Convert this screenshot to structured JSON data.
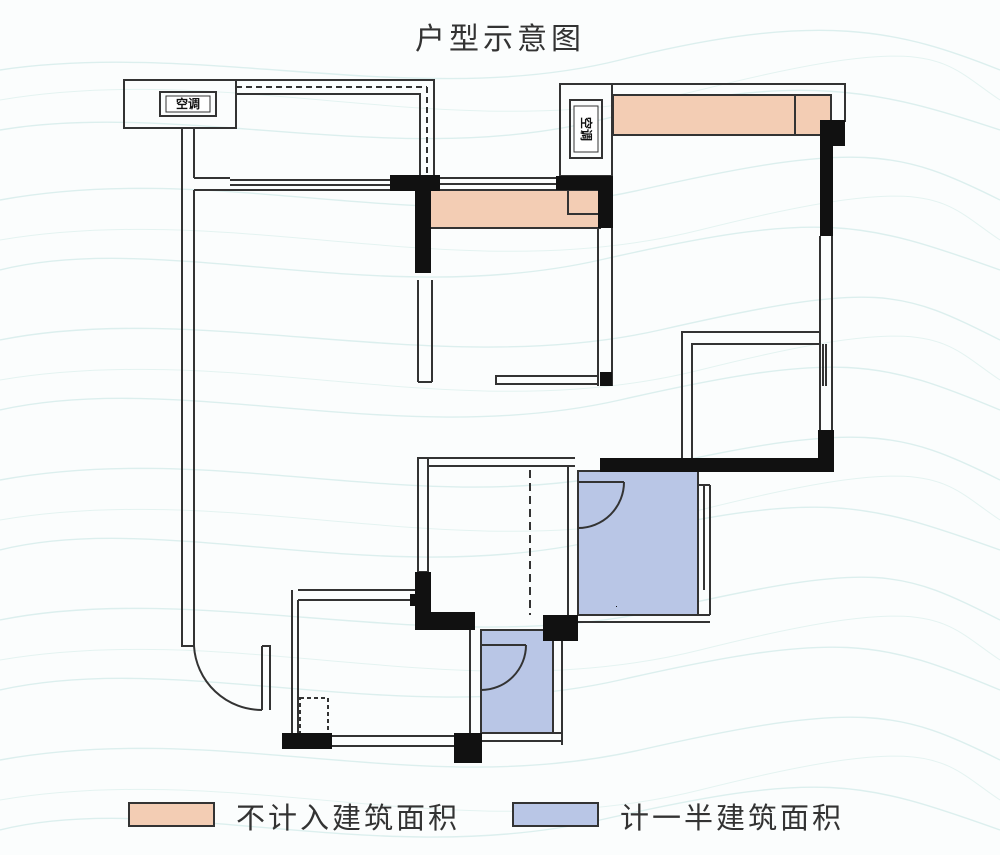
{
  "title": "户型示意图",
  "ac_label": "空调",
  "legend": [
    {
      "label": "不计入建筑面积",
      "color": "#f3cdb4"
    },
    {
      "label": "计一半建筑面积",
      "color": "#b9c6e6"
    }
  ],
  "colors": {
    "wall": "#111111",
    "thin_line": "#333333",
    "excluded_area": "#f3cdb4",
    "half_area": "#b9c6e6",
    "background_wave": "#dcefee"
  }
}
